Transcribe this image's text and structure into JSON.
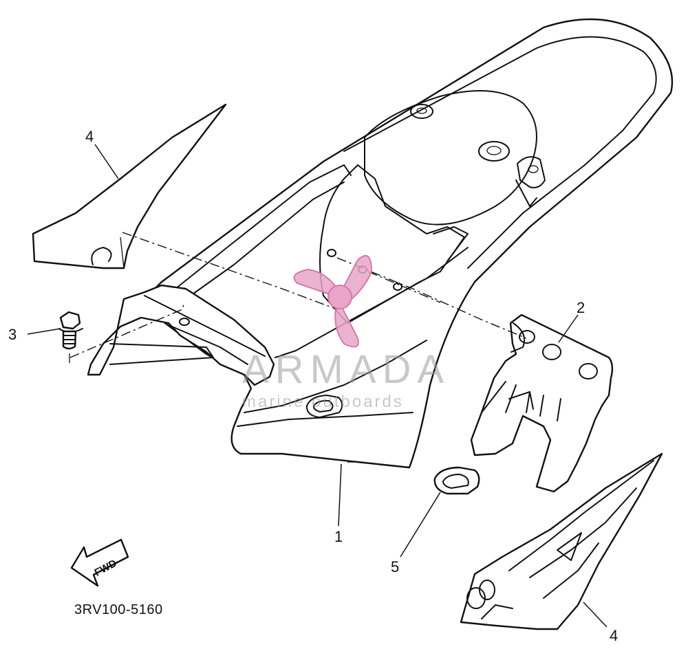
{
  "diagram": {
    "callouts": [
      {
        "id": "c1",
        "label": "1"
      },
      {
        "id": "c2",
        "label": "2"
      },
      {
        "id": "c3",
        "label": "3"
      },
      {
        "id": "c4a",
        "label": "4"
      },
      {
        "id": "c4b",
        "label": "4"
      },
      {
        "id": "c5",
        "label": "5"
      }
    ],
    "fwd_label": "FWD",
    "part_code": "3RV100-5160"
  },
  "watermark": {
    "brand": "ARMADA",
    "tagline": "marine outboards",
    "color": "#e8a6c8"
  }
}
